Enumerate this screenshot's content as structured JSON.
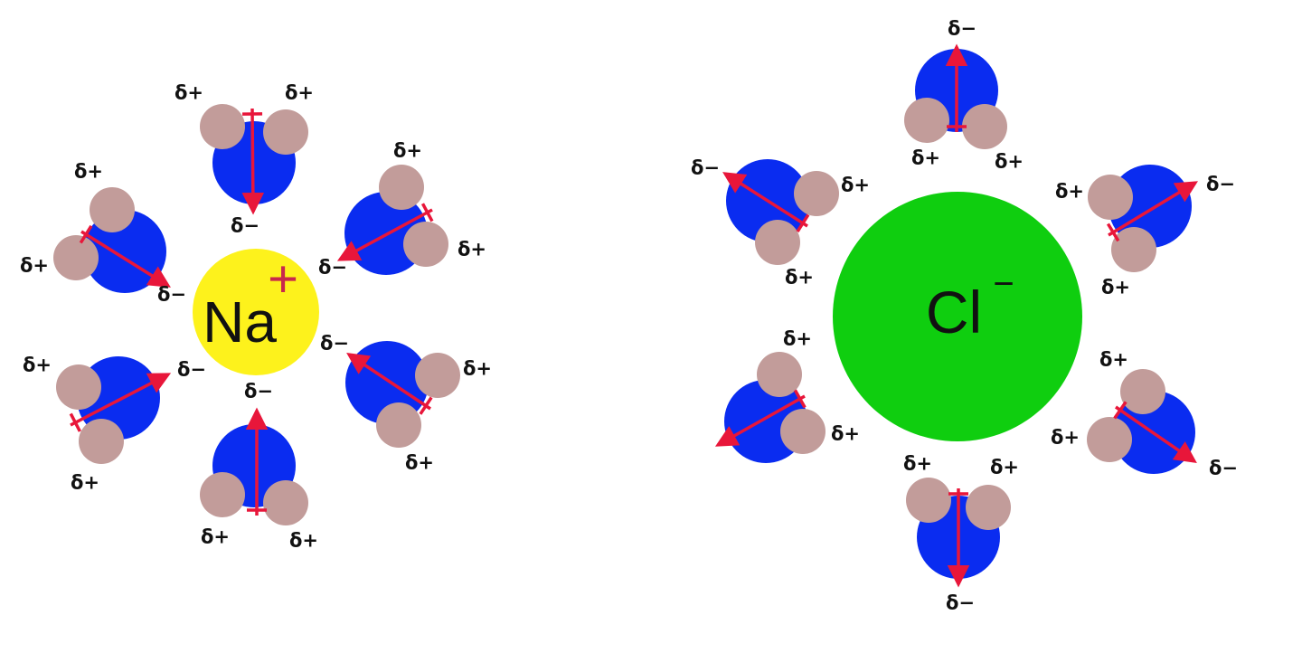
{
  "colors": {
    "oxygen": "#0a2cf0",
    "hydrogen": "#c29c9a",
    "dipole_arrow": "#e8163a",
    "sodium": "#fdf21c",
    "chloride": "#0fce0f",
    "sodium_sign": "#c8284c",
    "text": "#111111"
  },
  "ions": {
    "sodium": {
      "symbol": "Na",
      "charge": "+"
    },
    "chloride": {
      "symbol": "Cl",
      "charge": "−"
    }
  },
  "charges": {
    "partial_positive": "δ+",
    "partial_negative": "δ−"
  },
  "icons": {
    "water_molecule": "water-molecule-icon",
    "dipole_arrow": "dipole-arrow-icon"
  }
}
